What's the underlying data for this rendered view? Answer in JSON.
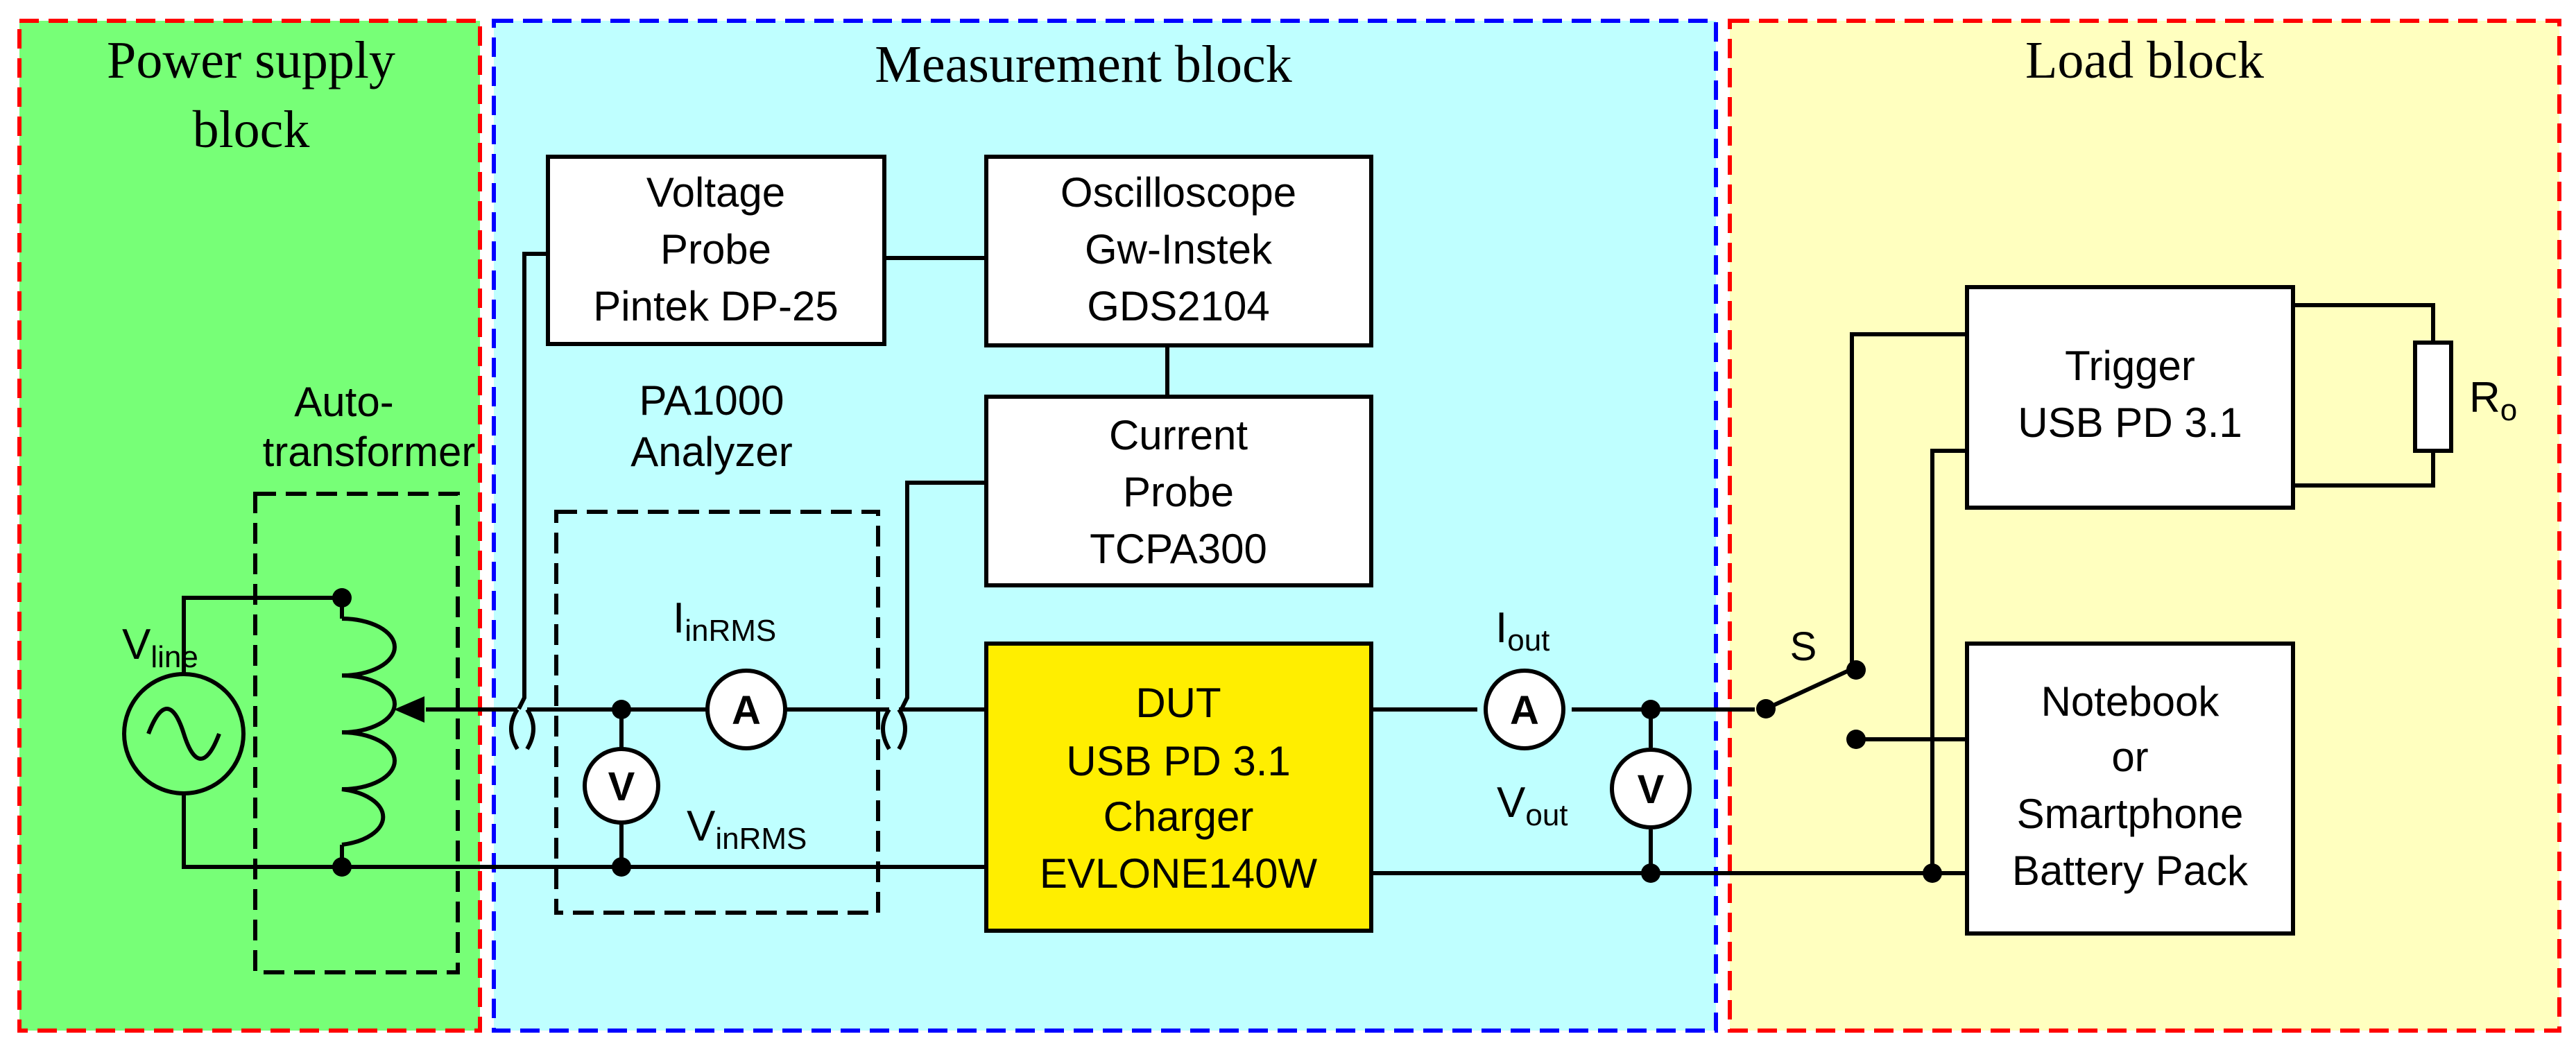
{
  "blocks": {
    "power": {
      "title_line1": "Power supply",
      "title_line2": "block",
      "fill": "#77ff77",
      "border": "#ff0000"
    },
    "measurement": {
      "title": "Measurement block",
      "fill": "#bfffff",
      "border": "#0000ff"
    },
    "load": {
      "title": "Load block",
      "fill": "#ffffbf",
      "border": "#ff0000"
    }
  },
  "autotransformer": {
    "line1": "Auto-",
    "line2": "transformer"
  },
  "analyzer": {
    "line1": "PA1000",
    "line2": "Analyzer"
  },
  "boxes": {
    "voltage_probe": [
      "Voltage",
      "Probe",
      "Pintek DP-25"
    ],
    "oscilloscope": [
      "Oscilloscope",
      "Gw-Instek",
      "GDS2104"
    ],
    "current_probe": [
      "Current",
      "Probe",
      "TCPA300"
    ],
    "dut": [
      "DUT",
      "USB PD 3.1",
      "Charger",
      "EVLONE140W"
    ],
    "trigger": [
      "Trigger",
      "USB PD 3.1"
    ],
    "battery": [
      "Notebook",
      "or",
      "Smartphone",
      "Battery Pack"
    ]
  },
  "dut_fill": "#ffee00",
  "labels": {
    "vline": {
      "main": "V",
      "sub": "line"
    },
    "iinrms": {
      "main": "I",
      "sub": "inRMS"
    },
    "vinrms": {
      "main": "V",
      "sub": "inRMS"
    },
    "iout": {
      "main": "I",
      "sub": "out"
    },
    "vout": {
      "main": "V",
      "sub": "out"
    },
    "ro": {
      "main": "R",
      "sub": "o"
    },
    "switch": "S"
  },
  "meters": {
    "ammeter": "A",
    "voltmeter": "V"
  }
}
